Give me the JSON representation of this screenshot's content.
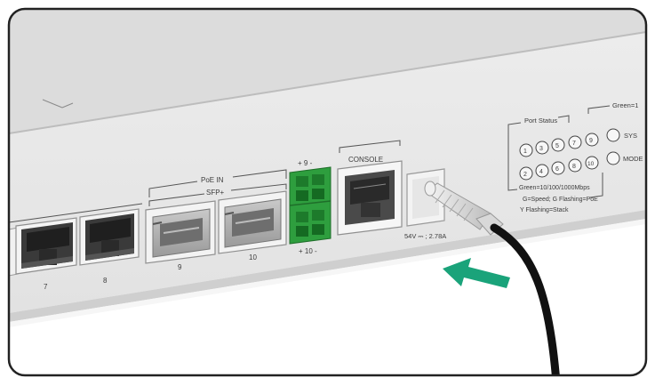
{
  "panel_labels": {
    "poe_in": "PoE IN",
    "sfp_plus": "SFP+",
    "console": "CONSOLE",
    "power_rating": "54V ⎓ ; 2.78A",
    "terminal_top": "+ 9 -",
    "terminal_bottom": "+ 10 -",
    "rj45_7": "7",
    "rj45_8": "8",
    "sfp_9": "9",
    "sfp_10": "10"
  },
  "led_legend": {
    "port_status": "Port Status",
    "green_top": "Green=1",
    "sys": "SYS",
    "mode": "MODE",
    "speed_line": "Green=10/100/1000Mbps",
    "flash_line_1": "G=Speed; G Flashing=PoE",
    "flash_line_2": "Y Flashing=Stack",
    "leds_top": [
      "1",
      "3",
      "5",
      "7",
      "9"
    ],
    "leds_bottom": [
      "2",
      "4",
      "6",
      "8",
      "10"
    ]
  },
  "colors": {
    "arrow": "#1aa37a",
    "terminal_block": "#2e9e3e",
    "cable": "#111111",
    "frame": "#222222",
    "device_face": "#e9e9e9",
    "device_top": "#dcdcdc"
  },
  "icons": [
    "insert-direction-arrow-icon",
    "power-cable"
  ]
}
